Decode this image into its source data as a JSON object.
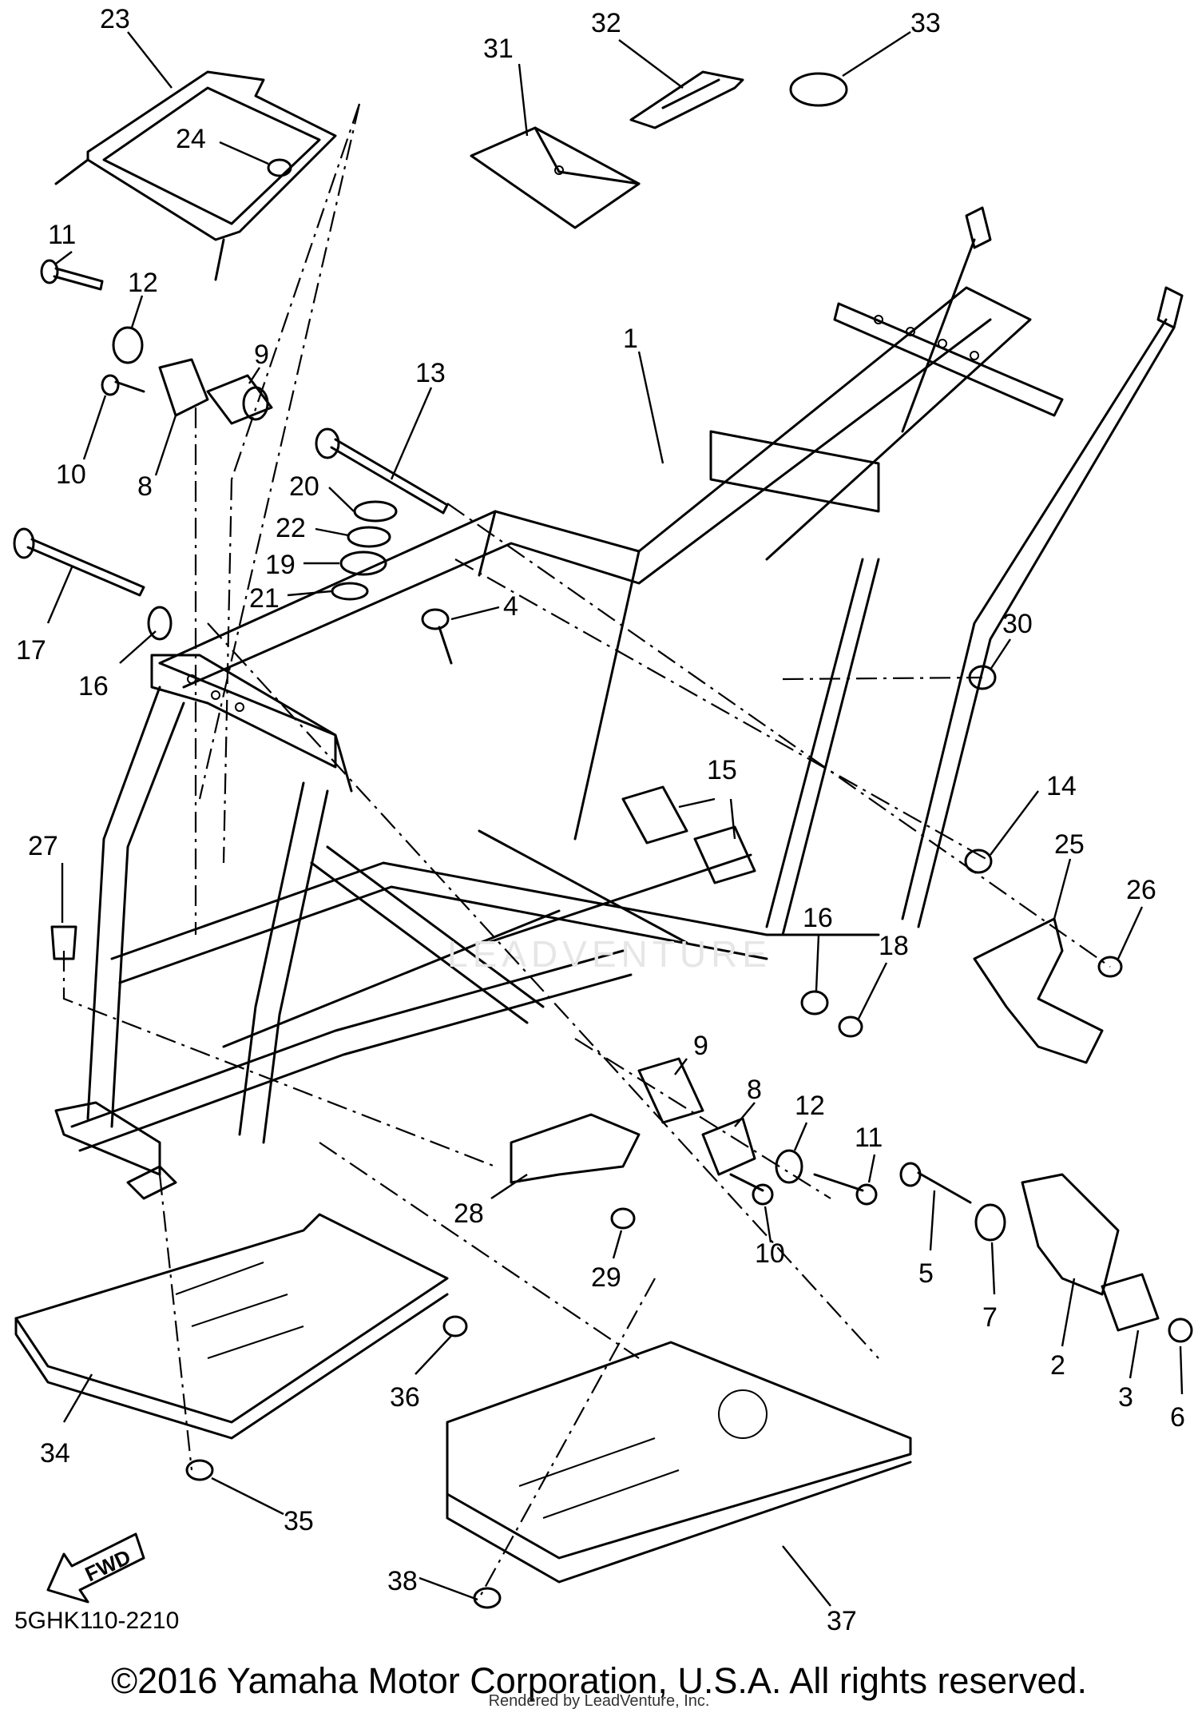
{
  "diagram": {
    "code": "5GHK110-2210",
    "direction_marker": "FWD",
    "watermark": "LEADVENTURE",
    "copyright": "©2016 Yamaha Motor Corporation, U.S.A. All rights reserved.",
    "render_credit": "Rendered by LeadVenture, Inc.",
    "callouts": [
      "1",
      "2",
      "3",
      "4",
      "5",
      "6",
      "7",
      "8",
      "8",
      "9",
      "9",
      "10",
      "10",
      "11",
      "11",
      "12",
      "12",
      "13",
      "14",
      "15",
      "16",
      "16",
      "17",
      "18",
      "19",
      "20",
      "21",
      "22",
      "23",
      "24",
      "25",
      "26",
      "27",
      "28",
      "29",
      "30",
      "31",
      "32",
      "33",
      "34",
      "35",
      "36",
      "37",
      "38"
    ]
  }
}
